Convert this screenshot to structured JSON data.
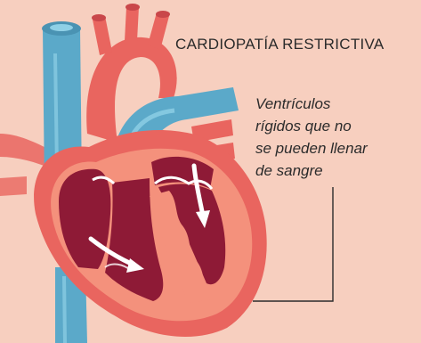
{
  "diagram": {
    "title": "CARDIOPATÍA RESTRICTIVA",
    "annotation_lines": [
      "Ventrículos",
      "rígidos que no",
      "se pueden llenar",
      "de sangre"
    ]
  },
  "colors": {
    "background": "#f7cfbf",
    "heart_outer": "#e9655f",
    "heart_wall": "#f4917c",
    "chamber": "#8e1a36",
    "vessel_blue": "#5ba9c9",
    "vessel_highlight": "#8fd0e6",
    "text": "#2b2b2b"
  }
}
